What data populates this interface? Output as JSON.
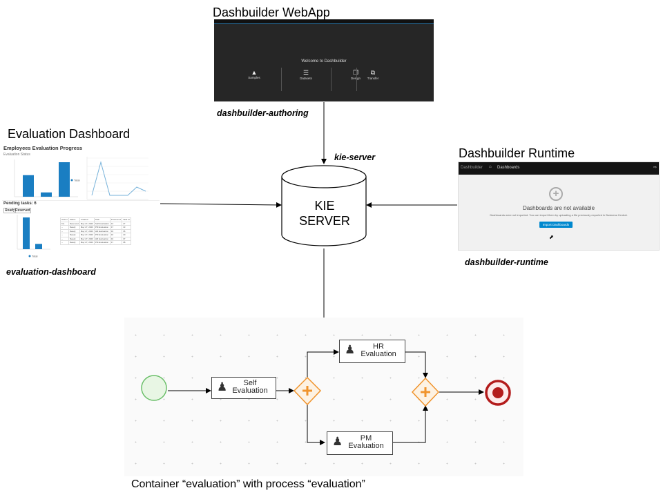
{
  "titles": {
    "webapp": "Dashbuilder WebApp",
    "evaluation_dashboard": "Evaluation Dashboard",
    "runtime": "Dashbuilder Runtime"
  },
  "captions": {
    "authoring": "dashbuilder-authoring",
    "evaluation": "evaluation-dashboard",
    "runtime": "dashbuilder-runtime",
    "kie_server_link": "kie-server"
  },
  "kie_server": {
    "line1": "KIE",
    "line2": "SERVER"
  },
  "webapp_screenshot": {
    "welcome": "Welcome to Dashbuilder",
    "tiles": [
      "Samples",
      "Datasets",
      "Design",
      "Transfer"
    ]
  },
  "runtime_screenshot": {
    "brand": "Dashbuilder",
    "menu": "Dashboards",
    "not_available": "Dashboards are not available",
    "subtitle": "Dashboards were not imported. You can import them by uploading a file previously exported in Business Central.",
    "import_button": "Import Dashboards"
  },
  "evaluation_screenshot": {
    "title": "Employees Evaluation Progress",
    "subtitle": "Evaluation Status",
    "pending": "Pending tasks: 6",
    "buttons": [
      "Ready",
      "Reserved"
    ],
    "legend": "Total",
    "bar_values": [
      5,
      1,
      8
    ],
    "line_values": [
      1,
      9,
      1,
      1,
      1,
      3,
      2
    ],
    "pending_bars": [
      6,
      1
    ],
    "table_headers": [
      "Owner",
      "Status",
      "Created",
      "Task",
      "Process Id",
      "Task Id"
    ],
    "table_rows": [
      [
        "Kie",
        "Reserved",
        "May 27, 2020",
        "Self Evaluation",
        "13",
        "27"
      ],
      [
        "--",
        "Ready",
        "May 27, 2020",
        "PM Evaluation",
        "17",
        "13"
      ],
      [
        "--",
        "Ready",
        "May 27, 2020",
        "HR Evaluation",
        "16",
        "36"
      ],
      [
        "--",
        "Ready",
        "May 27, 2020",
        "PM Evaluation",
        "16",
        "40"
      ],
      [
        "--",
        "Ready",
        "May 27, 2020",
        "HR Evaluation",
        "16",
        "37"
      ],
      [
        "--",
        "Ready",
        "May 27, 2020",
        "PM Evaluation",
        "17",
        "38"
      ]
    ]
  },
  "process": {
    "tasks": {
      "self": {
        "line1": "Self",
        "line2": "Evaluation"
      },
      "hr": {
        "line1": "HR",
        "line2": "Evaluation"
      },
      "pm": {
        "line1": "PM",
        "line2": "Evaluation"
      }
    },
    "caption": "Container “evaluation” with process “evaluation”"
  },
  "colors": {
    "start_event": "#6abf69",
    "end_event": "#b31b1b",
    "gateway": "#f0932b",
    "bar": "#1a7ec2"
  }
}
